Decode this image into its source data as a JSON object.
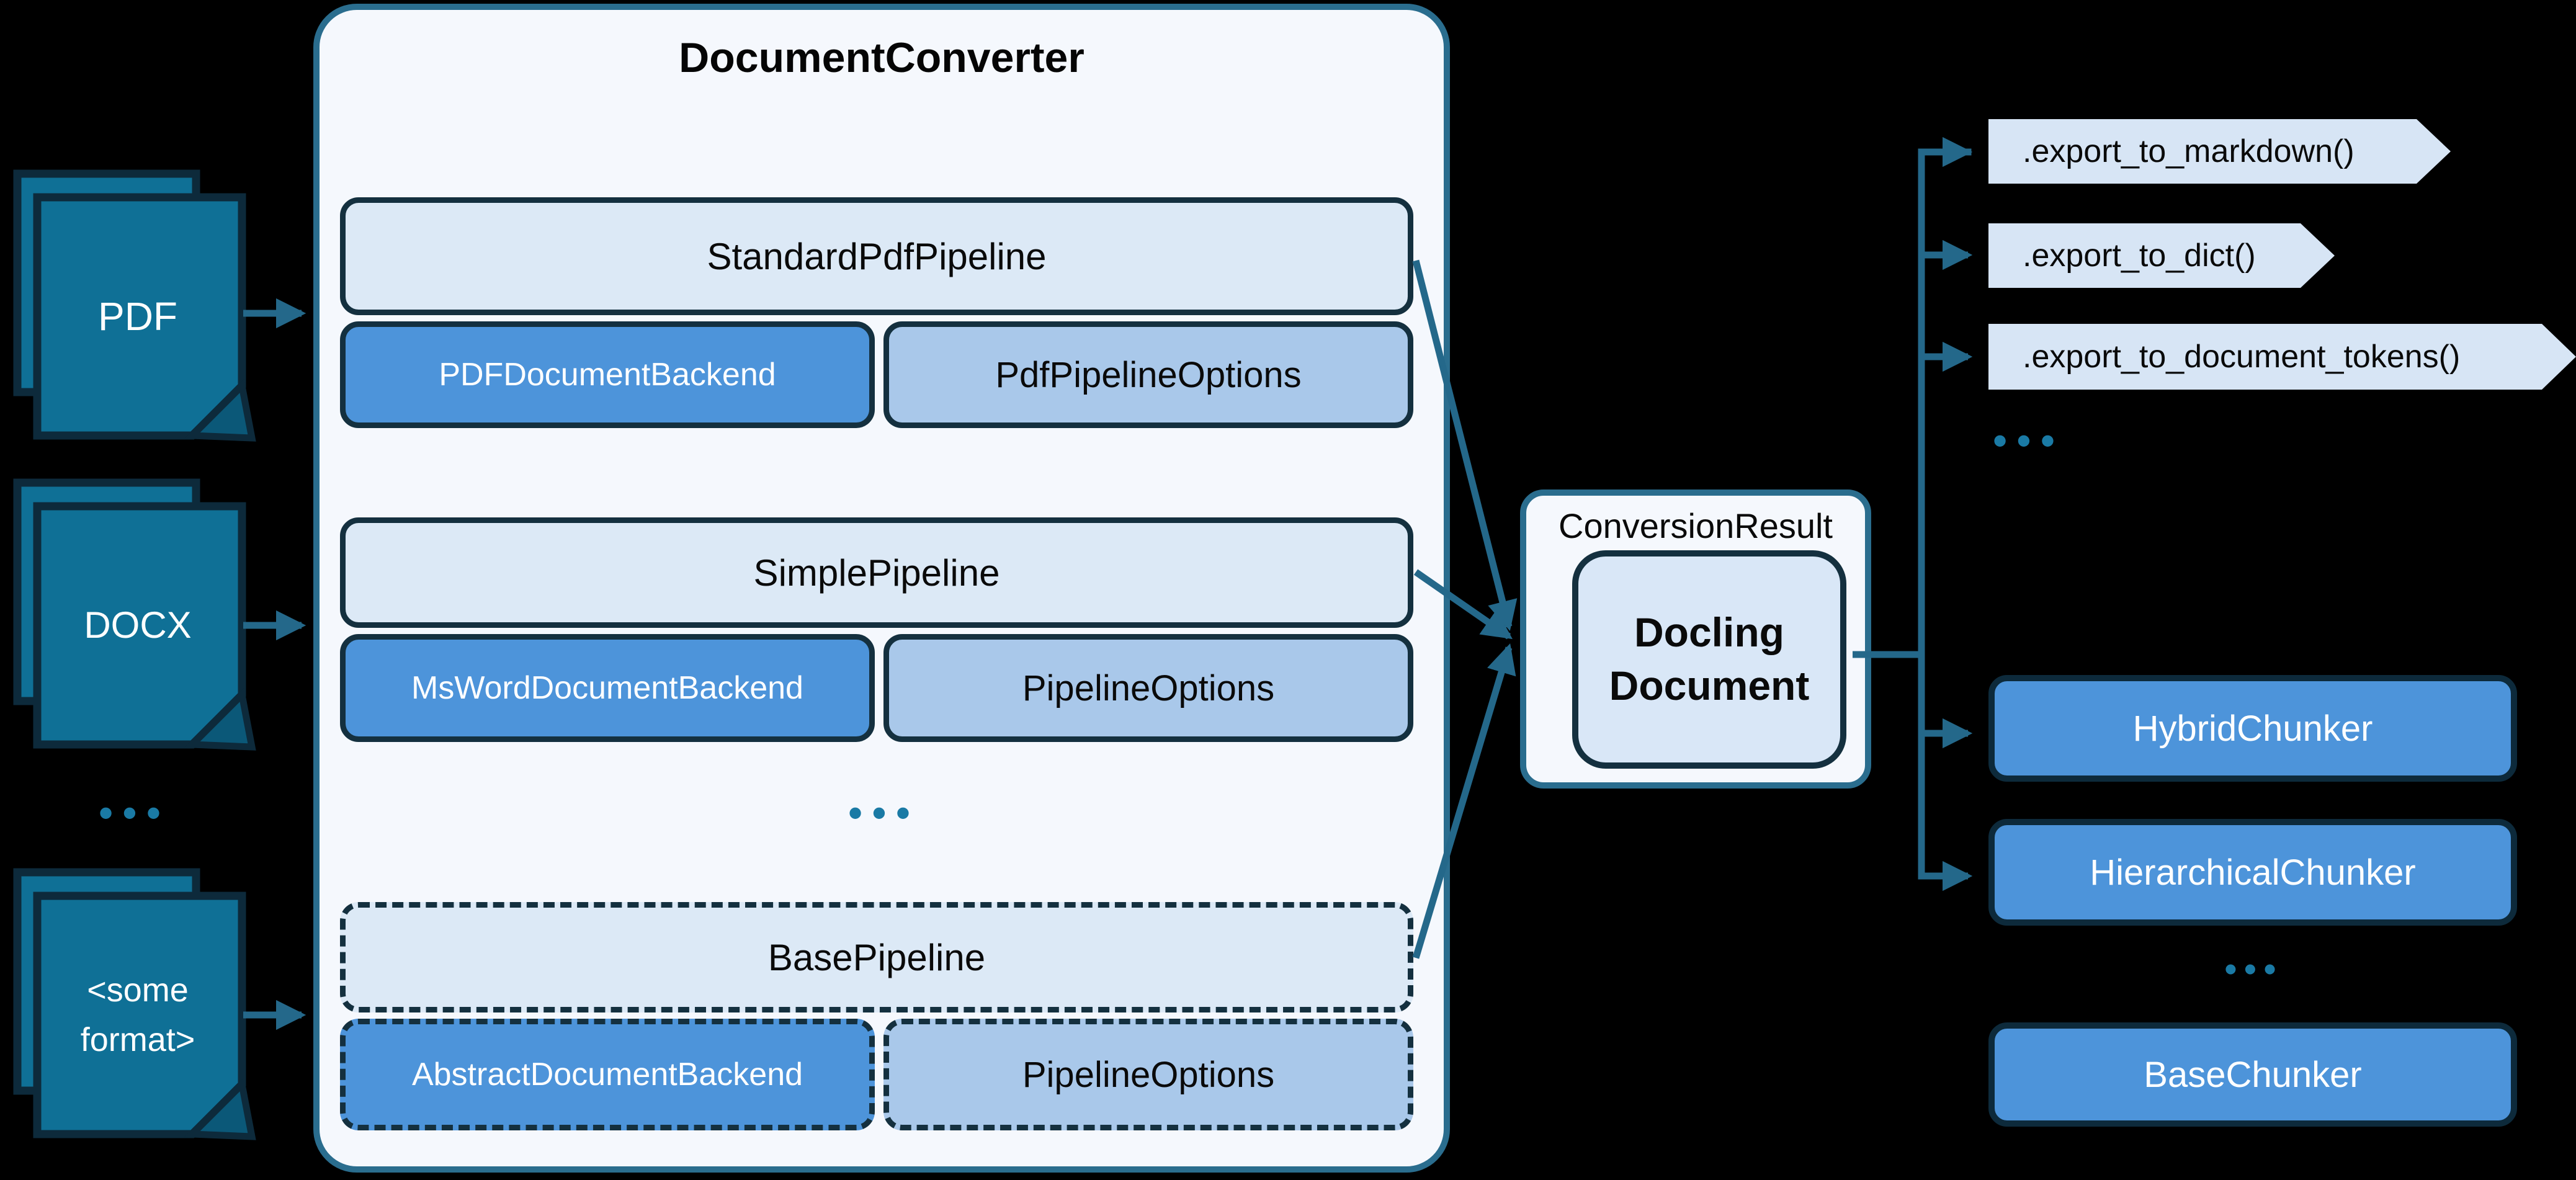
{
  "title": "DocumentConverter",
  "inputs": [
    {
      "label": "PDF"
    },
    {
      "label": "DOCX"
    },
    {
      "label_line1": "<some",
      "label_line2": "format>"
    }
  ],
  "ellipsis": {
    "inputs": "•••",
    "pipelines": "•••",
    "exports": "•••",
    "chunkers": "•••"
  },
  "pipelines": [
    {
      "name": "StandardPdfPipeline",
      "backend": "PDFDocumentBackend",
      "options": "PdfPipelineOptions"
    },
    {
      "name": "SimplePipeline",
      "backend": "MsWordDocumentBackend",
      "options": "PipelineOptions"
    },
    {
      "name": "BasePipeline",
      "backend": "AbstractDocumentBackend",
      "options": "PipelineOptions"
    }
  ],
  "result": {
    "label": "ConversionResult",
    "doc_line1": "Docling",
    "doc_line2": "Document"
  },
  "exports": [
    {
      "label": ".export_to_markdown()"
    },
    {
      "label": ".export_to_dict()"
    },
    {
      "label": ".export_to_document_tokens()"
    }
  ],
  "chunkers": [
    {
      "label": "HybridChunker"
    },
    {
      "label": "HierarchicalChunker"
    },
    {
      "label": "BaseChunker"
    }
  ],
  "colors": {
    "background": "#000000",
    "container_fill": "#f5f8fd",
    "container_border": "#2a6d8e",
    "header_fill": "#dce9f6",
    "box_border": "#14303f",
    "backend_fill": "#4d94da",
    "options_fill": "#a9c8ea",
    "chevron_fill": "#d7e5f5",
    "chunker_fill": "#4d94da",
    "doc_icon_fill": "#0f7096",
    "doc_icon_fold": "#0b5878",
    "arrow": "#24688a",
    "dots": "#1a7aa5",
    "text_dark": "#0a0a0a",
    "text_light": "#ffffff"
  }
}
